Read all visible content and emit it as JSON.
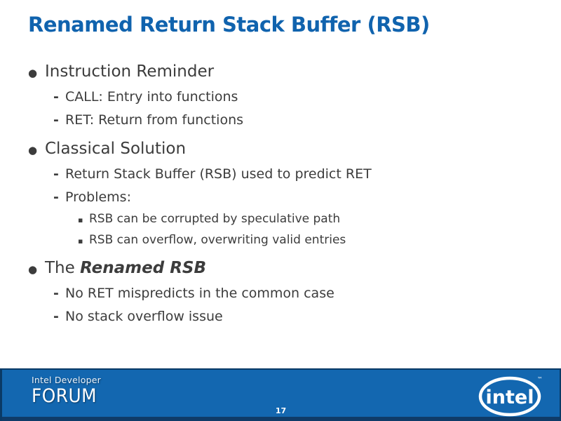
{
  "slide": {
    "title": "Renamed Return Stack Buffer (RSB)",
    "markers": {
      "level1": "●",
      "level2": "-",
      "level3": "▪"
    },
    "bullets": [
      {
        "level": 1,
        "text": "Instruction Reminder"
      },
      {
        "level": 2,
        "text": "CALL: Entry into functions"
      },
      {
        "level": 2,
        "text": "RET: Return from functions"
      },
      {
        "level": 1,
        "text": "Classical Solution"
      },
      {
        "level": 2,
        "text": "Return Stack Buffer (RSB) used to predict RET"
      },
      {
        "level": 2,
        "text": "Problems:"
      },
      {
        "level": 3,
        "text": "RSB can be corrupted by speculative path"
      },
      {
        "level": 3,
        "text": "RSB can overflow, overwriting valid entries"
      },
      {
        "level": 1,
        "prefix": "The ",
        "emphasis": "Renamed RSB"
      },
      {
        "level": 2,
        "text": "No RET mispredicts in the common case"
      },
      {
        "level": 2,
        "text": "No stack overflow issue"
      }
    ],
    "footer": {
      "brand_line1": "Intel Developer",
      "brand_line2": "FORUM",
      "page_number": "17",
      "logo_text": "intel",
      "logo_tm": "™"
    },
    "colors": {
      "title_blue": "#1063AE",
      "body_text": "#3C3C3C",
      "footer_blue": "#1367B0",
      "footer_edge": "#0A3A66",
      "footer_bottom_strip": "#0F3B68",
      "logo_white": "#FFFFFF"
    }
  }
}
